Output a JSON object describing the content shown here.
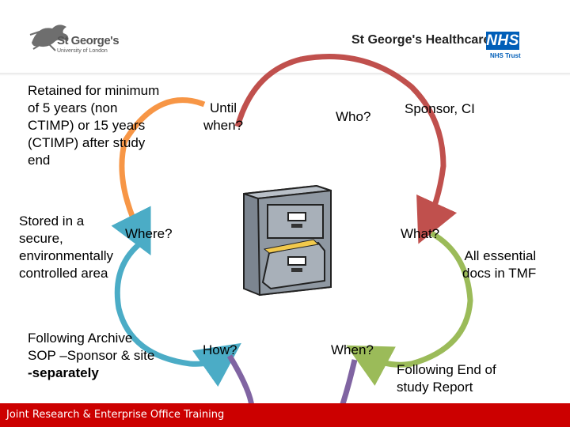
{
  "header": {
    "uni_logo_name": "St George's",
    "uni_logo_sub": "University of London",
    "trust_name": "St George's Healthcare",
    "nhs_badge": "NHS",
    "trust_sub": "NHS Trust"
  },
  "cycle": {
    "top_left_question": "Until\nwhen?",
    "top_left_answer": "Retained for minimum\nof 5 years (non\nCTIMP) or 15 years\n(CTIMP) after study\nend",
    "top_right_question": "Who?",
    "top_right_answer": "Sponsor, CI",
    "mid_left_question": "Where?",
    "mid_left_answer": "Stored in a\nsecure,\nenvironmentally\ncontrolled area",
    "mid_right_question": "What?",
    "mid_right_answer": "All essential\ndocs in TMF",
    "bottom_left_question": "How?",
    "bottom_left_answer": "Following Archive\nSOP –Sponsor & site",
    "bottom_left_answer_bold": "-separately",
    "bottom_right_question": "When?",
    "bottom_right_answer": "Following End of\nstudy Report"
  },
  "footer": {
    "label": "Joint Research & Enterprise Office Training"
  },
  "colors": {
    "orange": "#f79646",
    "red": "#c0504d",
    "blue": "#4bacc6",
    "green": "#9bbb59",
    "purple": "#8064a2",
    "cabinet": "#8a929c",
    "nhs_blue": "#005eb8",
    "footer_red": "#cc0000"
  },
  "icons": [
    "horse-logo-icon",
    "filing-cabinet-icon"
  ]
}
